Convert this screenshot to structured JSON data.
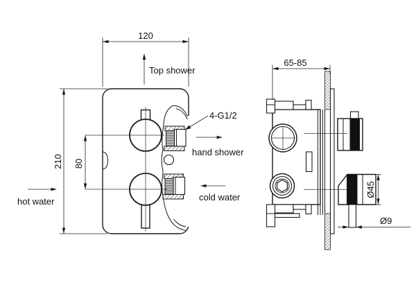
{
  "front_view": {
    "dim_width": "120",
    "dim_height": "210",
    "dim_handle_spacing": "80",
    "outlet_top_label": "Top shower",
    "inlet_left_label": "hot water",
    "inlet_right_label": "cold water",
    "outlet_right_label": "hand shower",
    "thread_callout": "4-G1/2"
  },
  "side_view": {
    "dim_depth_range": "65-85",
    "dim_handle_diameter": "Ø45",
    "dim_stem_diameter": "Ø9"
  },
  "colors": {
    "line": "#1a1a1a",
    "background": "#ffffff"
  }
}
